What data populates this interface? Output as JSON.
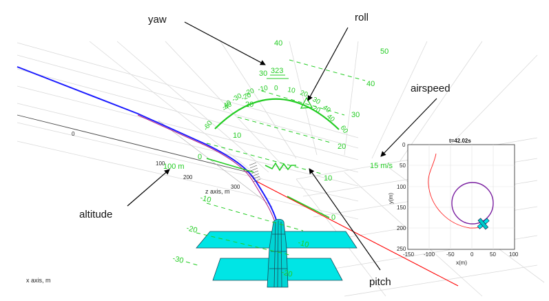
{
  "annotations": {
    "yaw": "yaw",
    "roll": "roll",
    "airspeed": "airspeed",
    "altitude": "altitude",
    "pitch": "pitch"
  },
  "hud": {
    "heading": "323",
    "airspeed": "15 m/s",
    "altitude": "100 m",
    "heading_scale": [
      "-40",
      "-30",
      "-20",
      "-10",
      "0",
      "10",
      "20",
      "30",
      "40"
    ],
    "roll_scale_left": [
      "-60",
      "-40",
      "-20"
    ],
    "roll_scale_right": [
      "20",
      "40",
      "60"
    ],
    "pitch_left": [
      "40",
      "30",
      "20",
      "10",
      "0",
      "-10",
      "-20",
      "-30"
    ],
    "pitch_right": [
      "50",
      "40",
      "30",
      "20",
      "10",
      "0",
      "-10",
      "-20"
    ]
  },
  "axes3d": {
    "x_label": "x axis, m",
    "z_label": "z axis, m",
    "x_ticks": [
      "0",
      "100",
      "200",
      "300"
    ]
  },
  "minimap": {
    "title": "t=42.02s",
    "xlabel": "x(m)",
    "ylabel": "y(m)",
    "x_ticks": [
      "-150",
      "-100",
      "-50",
      "0",
      "50",
      "100"
    ],
    "y_ticks": [
      "0",
      "50",
      "100",
      "150",
      "200",
      "250"
    ]
  },
  "colors": {
    "hud": "#22cc22",
    "trajectory": "#1a1aff",
    "trajectory_ref": "#ff0000",
    "aircraft": "#00e5e5",
    "orbit": "#7a1fa0"
  }
}
